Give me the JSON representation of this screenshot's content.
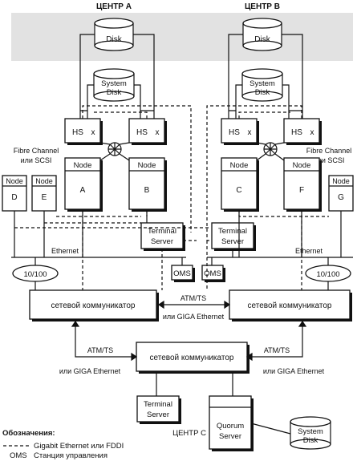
{
  "centers": {
    "a_title": "ЦЕНТР А",
    "b_title": "ЦЕНТР В",
    "c_title": "ЦЕНТР С"
  },
  "disks": {
    "disk_label": "Disk",
    "system_disk_label_1": "System",
    "system_disk_label_2": "Disk"
  },
  "hs": {
    "label": "HS",
    "mark": "x"
  },
  "fibre": {
    "line1": "Fibre Channel",
    "line2": "или SCSI"
  },
  "nodes": {
    "node_label": "Node",
    "letters": [
      "A",
      "B",
      "C",
      "F",
      "D",
      "E",
      "G"
    ]
  },
  "terminal_server": {
    "line1": "Terminal",
    "line2": "Server"
  },
  "ethernet": "Ethernet",
  "hub": "10/100",
  "oms": "OMS",
  "comm": {
    "label": "сетевой коммуникатор"
  },
  "links": {
    "atm": "ATM/TS",
    "giga": "или GIGA Ethernet"
  },
  "quorum": {
    "line1": "Quorum",
    "line2": "Server"
  },
  "legend": {
    "title": "Обозначения:",
    "dashed": "Gigabit Ethernet или FDDI",
    "oms_key": "OMS",
    "oms_desc": "Станция управления"
  }
}
